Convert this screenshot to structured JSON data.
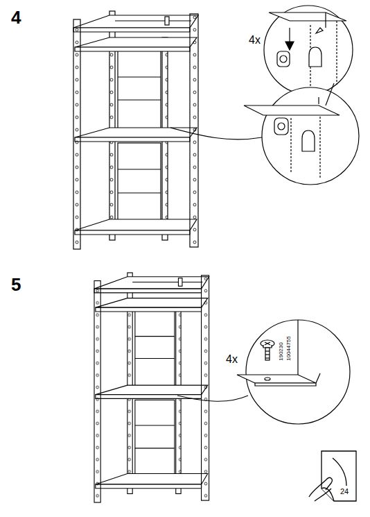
{
  "diagram": {
    "labels": [
      "4",
      "4x",
      "5",
      "4x",
      "190230",
      "10044755",
      "24"
    ]
  }
}
